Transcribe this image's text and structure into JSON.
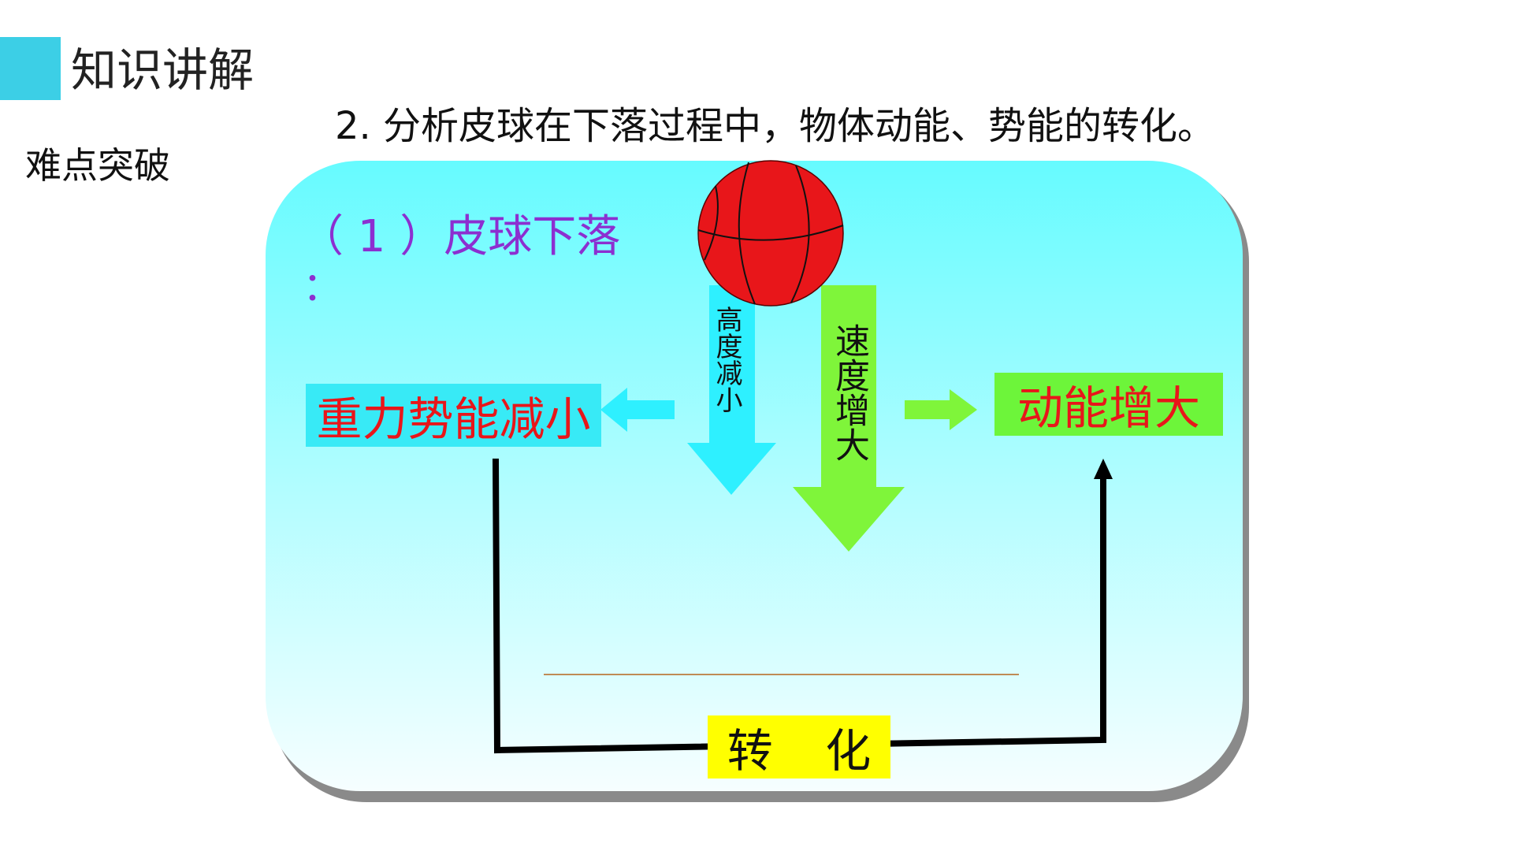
{
  "header": {
    "section_title": "知识讲解",
    "subtitle": "难点突破",
    "question": "2. 分析皮球在下落过程中，物体动能、势能的转化。"
  },
  "diagram": {
    "step_label": "（ 1 ）皮球下落",
    "step_colon": "：",
    "height_label": "高度减小",
    "speed_label": "速度增大",
    "potential_energy_label": "重力势能减小",
    "kinetic_energy_label": "动能增大",
    "conversion_label": "转 化"
  },
  "colors": {
    "accent": "#3ccfe6",
    "panel_top": "#66fbff",
    "panel_bottom": "#f6feff",
    "cyan_arrow": "#2ef0ff",
    "green_arrow": "#7ff53a",
    "ball": "#e8161a",
    "label_purple": "#8c2fd0",
    "energy_text_red": "#e8161a",
    "conversion_box": "#ffff00"
  }
}
